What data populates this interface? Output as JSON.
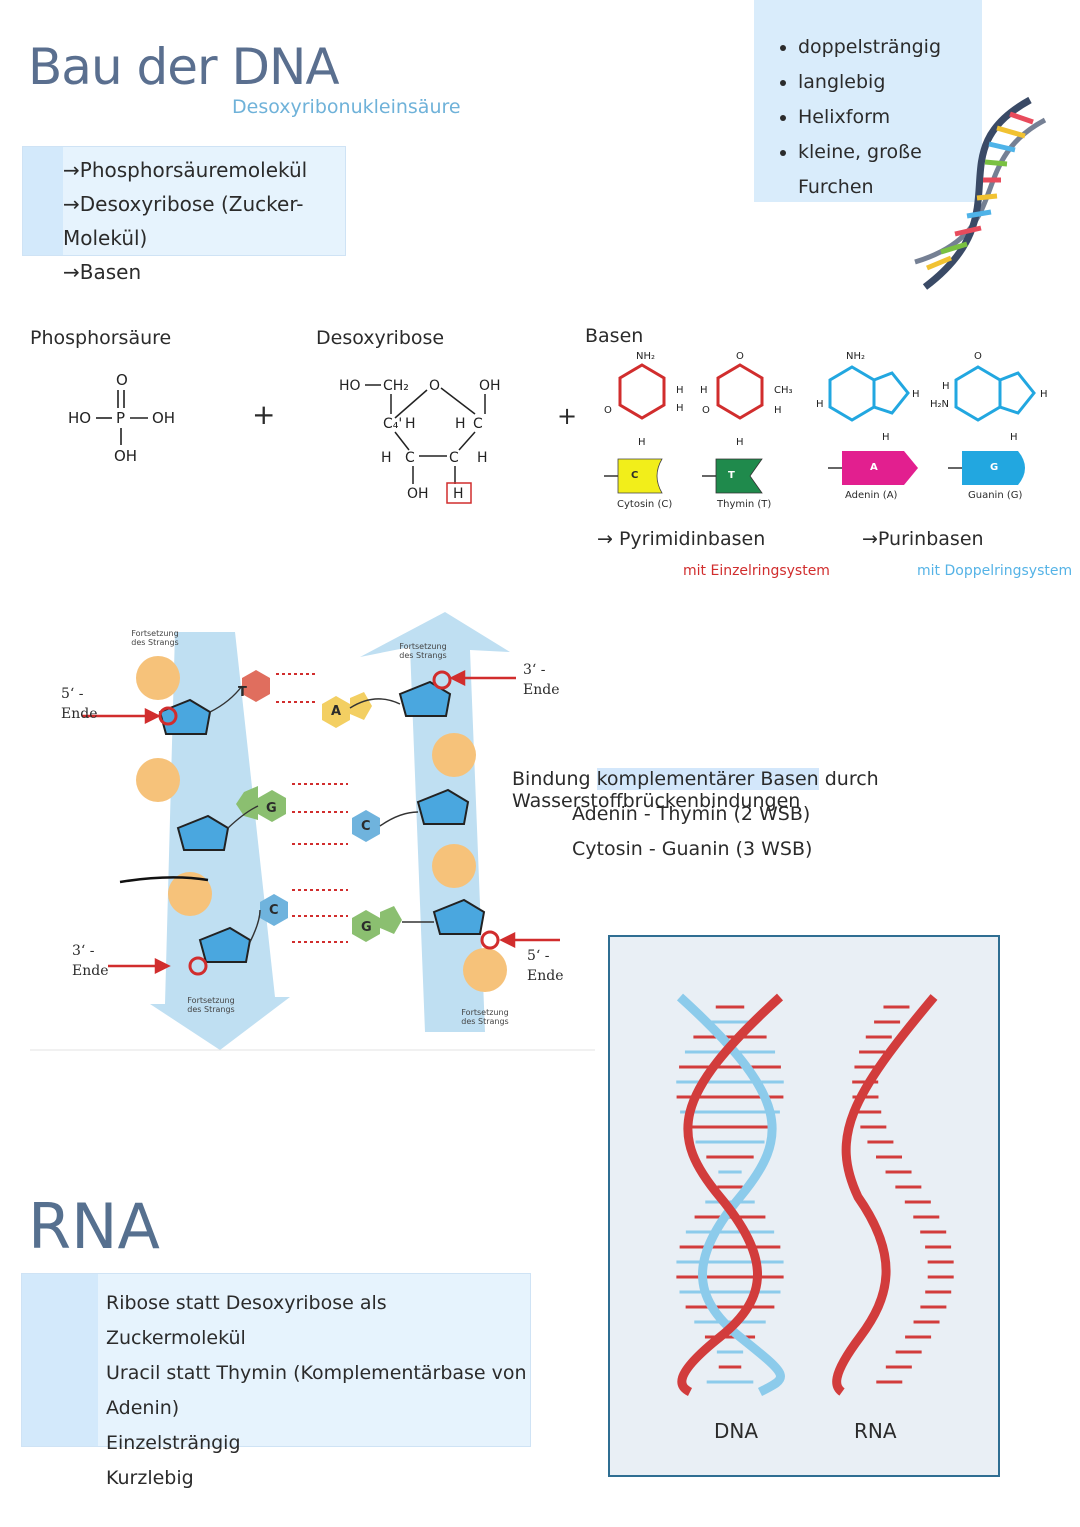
{
  "header": {
    "title": "Bau der DNA",
    "subtitle": "Desoxyribonukleinsäure"
  },
  "components": [
    "→Phosphorsäuremolekül",
    "→Desoxyribose (Zucker-Molekül)",
    "→Basen"
  ],
  "properties": [
    "doppelsträngig",
    "langlebig",
    "Helixform",
    "kleine, große Furchen"
  ],
  "molecules": {
    "phosphor_label": "Phosphorsäure",
    "desoxy_label": "Desoxyribose",
    "basen_label": "Basen",
    "plus": "+",
    "bases": [
      {
        "name": "Cytosin (C)",
        "letter": "C",
        "color": "#f2ee1a"
      },
      {
        "name": "Thymin (T)",
        "letter": "T",
        "color": "#1f8a4c"
      },
      {
        "name": "Adenin (A)",
        "letter": "A",
        "color": "#e21f8f"
      },
      {
        "name": "Guanin (G)",
        "letter": "G",
        "color": "#22a7e0"
      }
    ],
    "pyrimidin": "→ Pyrimidinbasen",
    "pyrimidin_note": "mit Einzelringsystem",
    "purin": "→Purinbasen",
    "purin_note": "mit Doppelringsystem"
  },
  "strand": {
    "continuation": "Fortsetzung des Strangs",
    "end5": "5‘ - Ende",
    "end3": "3‘ - Ende",
    "pairs": [
      "T",
      "A",
      "G",
      "C",
      "C",
      "G"
    ]
  },
  "binding": {
    "title_pre": "Bindung ",
    "title_hl": "komplementärer Basen",
    "title_post": " durch Wasserstoffbrückenbindungen",
    "line1": "Adenin - Thymin (2 WSB)",
    "line2": "Cytosin - Guanin (3 WSB)"
  },
  "rna": {
    "title": "RNA",
    "items": [
      "Ribose statt Desoxyribose als Zuckermolekül",
      "Uracil statt Thymin (Komplementärbase von Adenin)",
      "Einzelsträngig",
      "Kurzlebig"
    ],
    "label_dna": "DNA",
    "label_rna": "RNA"
  },
  "colors": {
    "title": "#5a6f8f",
    "accent_blue": "#55b3e6",
    "accent_red": "#d12d2d",
    "box_bg": "#d9ecfb"
  }
}
